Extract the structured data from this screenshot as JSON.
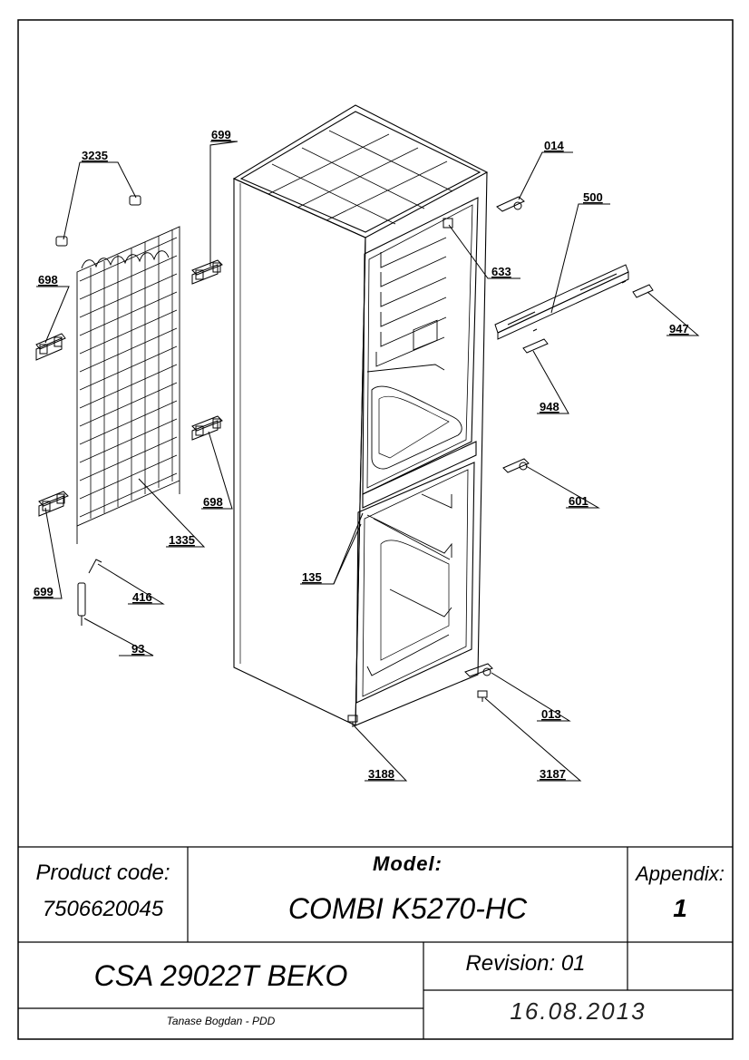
{
  "labels": {
    "l3235": "3235",
    "l699a": "699",
    "l698a": "698",
    "l698b": "698",
    "l699b": "699",
    "l1335": "1335",
    "l416": "416",
    "l93": "93",
    "l014": "014",
    "l500": "500",
    "l633": "633",
    "l947": "947",
    "l948": "948",
    "l601": "601",
    "l135": "135",
    "l013": "013",
    "l3188": "3188",
    "l3187": "3187"
  },
  "title_block": {
    "product_code_label": "Product code:",
    "product_code_value": "7506620045",
    "model_label": "Model:",
    "model_value": "COMBI K5270-HC",
    "appendix_label": "Appendix:",
    "appendix_value": "1",
    "drawing_name": "CSA 29022T BEKO",
    "revision": "Revision: 01",
    "author": "Tanase Bogdan - PDD",
    "date": "16.08.2013"
  },
  "colors": {
    "line": "#000000",
    "background": "#ffffff"
  }
}
